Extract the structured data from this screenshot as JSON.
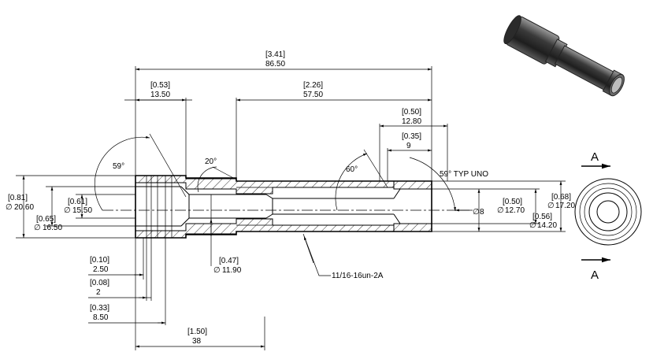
{
  "dimensions": {
    "overall_in": "[3.41]",
    "overall_mm": "86.50",
    "left_body_in": "[0.53]",
    "left_body_mm": "13.50",
    "right_body_in": "[2.26]",
    "right_body_mm": "57.50",
    "right_bore_in": "[0.50]",
    "right_bore_mm": "12.80",
    "right_recess_in": "[0.35]",
    "right_recess_mm": "9",
    "od_left_in": "[0.81]",
    "od_left_mm": "20.60",
    "id_left_outer_in": "[0.65]",
    "id_left_outer_mm": "16.50",
    "id_left_inner_in": "[0.61]",
    "id_left_inner_mm": "15.50",
    "bore_dia_mm": "8",
    "right_bore_dia_in": "[0.50]",
    "right_bore_dia_mm": "12.70",
    "od_right_in": "[0.68]",
    "od_right_mm": "17.20",
    "id_right_in": "[0.56]",
    "id_right_mm": "14.20",
    "neck_dia_in": "[0.47]",
    "neck_dia_mm": "11.90",
    "groove1_in": "[0.10]",
    "groove1_mm": "2.50",
    "groove2_in": "[0.08]",
    "groove2_mm": "2",
    "groove3_in": "[0.33]",
    "groove3_mm": "8.50",
    "thread_len_in": "[1.50]",
    "thread_len_mm": "38",
    "diameter_symbol": "∅"
  },
  "annotations": {
    "angle_59": "59°",
    "angle_20": "20°",
    "angle_60": "60°",
    "angle_typ": "59° TYP UNO",
    "thread_spec": "11/16-16un-2A",
    "section_label": "A"
  },
  "colors": {
    "line": "#000000",
    "model_dark": "#2b2b2b",
    "model_mid": "#6a6a6a",
    "model_light": "#bdbdbd"
  }
}
